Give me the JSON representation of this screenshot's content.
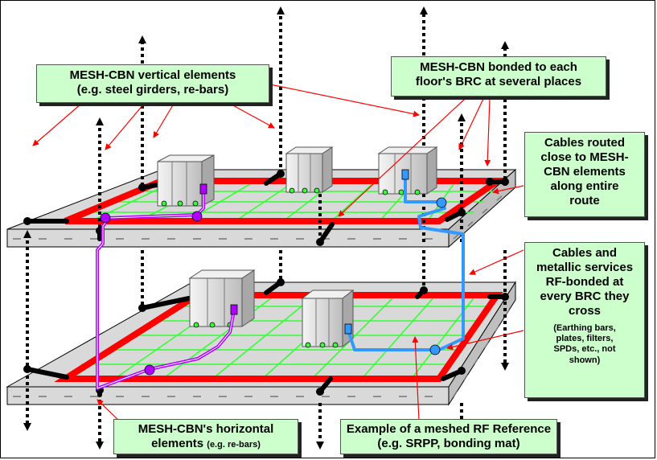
{
  "labels": {
    "vertical_elements": {
      "line1": "MESH-CBN vertical elements",
      "line2": "(e.g. steel girders, re-bars)"
    },
    "bonded_brc": {
      "line1": "MESH-CBN bonded to each",
      "line2": "floor's BRC at several places"
    },
    "cables_routed": {
      "line1": "Cables routed",
      "line2": "close to MESH-",
      "line3": "CBN elements",
      "line4": "along entire",
      "line5": "route"
    },
    "rf_bonded": {
      "line1": "Cables and",
      "line2": "metallic services",
      "line3": "RF-bonded at",
      "line4": "every BRC they",
      "line5": "cross",
      "note1": "(Earthing bars,",
      "note2": "plates, filters,",
      "note3": "SPDs, etc., not",
      "note4": "shown)"
    },
    "horizontal_elements": {
      "line1": "MESH-CBN's horizontal",
      "line2_main": "elements ",
      "line2_small": "(e.g. re-bars)"
    },
    "meshed_rf": {
      "line1": "Example of a meshed RF Reference",
      "line2": "(e.g. SRPP, bonding mat)"
    }
  },
  "colors": {
    "slab": "#d9d9d9",
    "brc_ring": "#ff0000",
    "mesh_grid": "#33ff33",
    "cable_purple": "#b000ff",
    "cable_blue": "#3399ff",
    "label_bg": "#ccffcc",
    "arrow_red": "#ff0000"
  }
}
